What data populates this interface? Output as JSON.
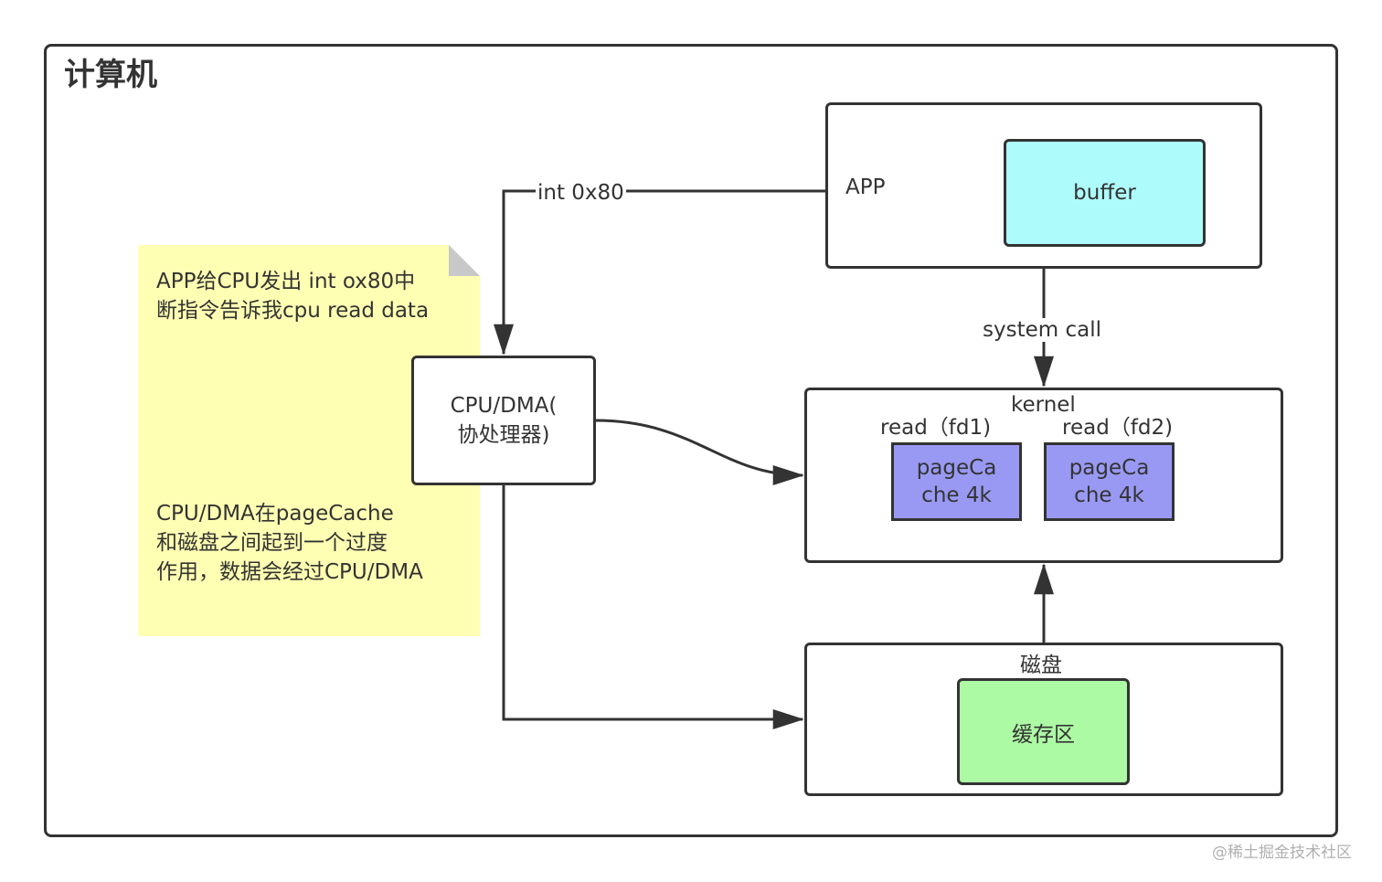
{
  "diagram": {
    "container_title": "计算机",
    "note": {
      "line_group_1": "APP给CPU发出 int ox80中\n断指令告诉我cpu read data",
      "line_group_2": "CPU/DMA在pageCache\n和磁盘之间起到一个过度\n作用，数据会经过CPU/DMA",
      "fill_color": "#ffffb3"
    },
    "nodes": {
      "cpu": {
        "label": "CPU/DMA(\n协处理器)"
      },
      "app": {
        "label": "APP"
      },
      "buffer": {
        "label": "buffer",
        "fill_color": "#aefbfb"
      },
      "kernel": {
        "label": "kernel"
      },
      "read_fd1": {
        "label": "read（fd1)"
      },
      "read_fd2": {
        "label": "read（fd2)"
      },
      "page_cache_1": {
        "label": "pageCa\nche 4k",
        "fill_color": "#9999f4"
      },
      "page_cache_2": {
        "label": "pageCa\nche 4k",
        "fill_color": "#9999f4"
      },
      "disk": {
        "label": "磁盘"
      },
      "disk_cache": {
        "label": "缓存区",
        "fill_color": "#adfaa5"
      }
    },
    "edges": [
      {
        "from": "app",
        "to": "cpu",
        "label": "int 0x80"
      },
      {
        "from": "app",
        "to": "kernel",
        "label": "system call"
      },
      {
        "from": "cpu",
        "to": "kernel",
        "label": ""
      },
      {
        "from": "cpu",
        "to": "disk",
        "label": ""
      },
      {
        "from": "disk",
        "to": "kernel",
        "label": ""
      }
    ],
    "stroke_color": "#333333"
  },
  "watermark": "@稀土掘金技术社区"
}
